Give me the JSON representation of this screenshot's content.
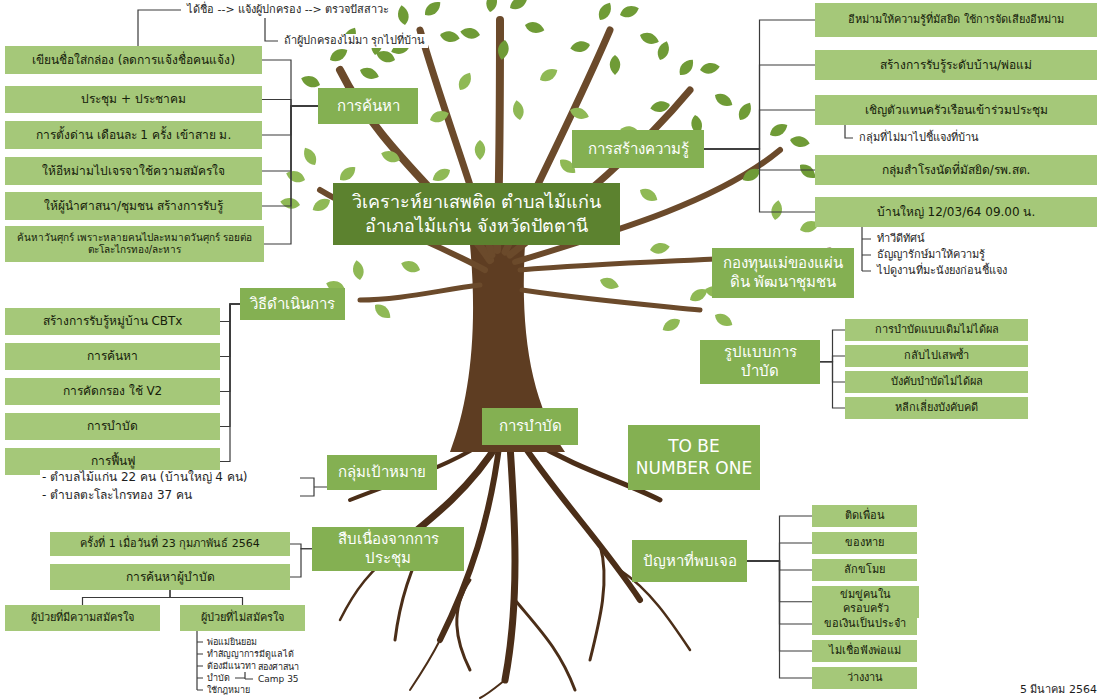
{
  "diagram": {
    "nodes": [
      {
        "text": [
          "วิเคราะห์ยาเสพติด ตำบลไม้แก่น อำเภอไม้แก่น จังหวัดปัตตานี"
        ]
      },
      {
        "text": [
          "การค้นหา"
        ]
      },
      {
        "text": [
          "เขียนชื่อใส่กล่อง (ลดการแจ้งชื่อคนแจ้ง)"
        ]
      },
      {
        "text": [
          "ประชุม + ประชาคม"
        ]
      },
      {
        "text": [
          "การตั้งด่าน เดือนละ 1 ครั้ง เข้าสาย ม."
        ]
      },
      {
        "text": [
          "ให้อีหม่ามไปเจรจาใช้ความสมัครใจ"
        ]
      },
      {
        "text": [
          "ให้ผู้นำศาสนา/ชุมชน สร้างการรับรู้"
        ]
      },
      {
        "text": [
          "ค้นหาวันศุกร์ เพราะหลายคนไปละหมาดวันศุกร์ รอยต่อ ตะโละไกรทอง/ละหาร"
        ]
      },
      {
        "text": [
          "การสร้างความรู้"
        ]
      },
      {
        "text": [
          "อีหม่ามให้ความรู้ที่มัสยิด ใช้การจัดเสียงอีหม่าม"
        ]
      },
      {
        "text": [
          "สร้างการรับรู้ระดับบ้าน/พ่อแม่"
        ]
      },
      {
        "text": [
          "เชิญตัวแทนครัวเรือนเข้าร่วมประชุม"
        ]
      },
      {
        "text": [
          "กลุ่มสำโรงนัดที่มัสยิด/รพ.สต."
        ]
      },
      {
        "text": [
          "บ้านใหญ่ 12/03/64 09.00 น."
        ]
      },
      {
        "text": [
          "กองทุนแม่ของแผ่นดิน พัฒนาชุมชน"
        ]
      },
      {
        "text": [
          "วิธีดำเนินการ"
        ]
      },
      {
        "text": [
          "สร้างการรับรู้หมู่บ้าน CBTx"
        ]
      },
      {
        "text": [
          "การค้นหา"
        ]
      },
      {
        "text": [
          "การคัดกรอง ใช้ V2"
        ]
      },
      {
        "text": [
          "การบำบัด"
        ]
      },
      {
        "text": [
          "การฟื้นฟู"
        ]
      },
      {
        "text": [
          "รูปแบบการบำบัด"
        ]
      },
      {
        "text": [
          "การบำบัดแบบเดิมไม่ได้ผล"
        ]
      },
      {
        "text": [
          "กลับไปเสพซ้ำ"
        ]
      },
      {
        "text": [
          "บังคับบำบัดไม่ได้ผล"
        ]
      },
      {
        "text": [
          "หลีกเลี่ยงบังคับคดี"
        ]
      },
      {
        "text": [
          "การบำบัด"
        ]
      },
      {
        "text": [
          "TO BE NUMBER ONE"
        ]
      },
      {
        "text": [
          "กลุ่มเป้าหมาย"
        ]
      },
      {
        "text": [
          "สืบเนื่องจากการประชุม"
        ]
      },
      {
        "text": [
          "ครั้งที่ 1 เมื่อวันที่ 23 กุมภาพันธ์ 2564"
        ]
      },
      {
        "text": [
          "การค้นหาผู้บำบัด"
        ]
      },
      {
        "text": [
          "ผู้ป่วยที่มีความสมัครใจ"
        ]
      },
      {
        "text": [
          "ผู้ป่วยที่ไม่สมัครใจ"
        ]
      },
      {
        "text": [
          "ปัญหาที่พบเจอ"
        ]
      },
      {
        "text": [
          "ติดเพื่อน"
        ]
      },
      {
        "text": [
          "ของหาย"
        ]
      },
      {
        "text": [
          "ลักขโมย"
        ]
      },
      {
        "text": [
          "ข่มขู่คนในครอบครัว"
        ]
      },
      {
        "text": [
          "ขอเงินเป็นประจำ"
        ]
      },
      {
        "text": [
          "ไม่เชื่อฟังพ่อแม่"
        ]
      },
      {
        "text": [
          "ว่างงาน"
        ]
      }
    ],
    "edges": [
      {
        "from": 1,
        "to": 2,
        "arrow": "none"
      },
      {
        "from": 1,
        "to": 3,
        "arrow": "none"
      },
      {
        "from": 1,
        "to": 4,
        "arrow": "none"
      },
      {
        "from": 1,
        "to": 5,
        "arrow": "none"
      },
      {
        "from": 1,
        "to": 6,
        "arrow": "none"
      },
      {
        "from": 1,
        "to": 7,
        "arrow": "none"
      },
      {
        "from": 8,
        "to": 9,
        "arrow": "none"
      },
      {
        "from": 8,
        "to": 10,
        "arrow": "none"
      },
      {
        "from": 8,
        "to": 11,
        "arrow": "none"
      },
      {
        "from": 8,
        "to": 12,
        "arrow": "none"
      },
      {
        "from": 8,
        "to": 13,
        "arrow": "none"
      },
      {
        "from": 15,
        "to": 16,
        "arrow": "none"
      },
      {
        "from": 15,
        "to": 17,
        "arrow": "none"
      },
      {
        "from": 15,
        "to": 18,
        "arrow": "none"
      },
      {
        "from": 15,
        "to": 19,
        "arrow": "none"
      },
      {
        "from": 15,
        "to": 20,
        "arrow": "none"
      },
      {
        "from": 21,
        "to": 22,
        "arrow": "none"
      },
      {
        "from": 21,
        "to": 23,
        "arrow": "none"
      },
      {
        "from": 21,
        "to": 24,
        "arrow": "none"
      },
      {
        "from": 21,
        "to": 25,
        "arrow": "none"
      },
      {
        "from": 29,
        "to": 30,
        "arrow": "none"
      },
      {
        "from": 29,
        "to": 31,
        "arrow": "none"
      },
      {
        "from": 31,
        "to": 32,
        "arrow": "none"
      },
      {
        "from": 31,
        "to": 33,
        "arrow": "none"
      },
      {
        "from": 34,
        "to": 35,
        "arrow": "none"
      },
      {
        "from": 34,
        "to": 36,
        "arrow": "none"
      },
      {
        "from": 34,
        "to": 37,
        "arrow": "none"
      },
      {
        "from": 34,
        "to": 38,
        "arrow": "none"
      },
      {
        "from": 34,
        "to": 39,
        "arrow": "none"
      },
      {
        "from": 34,
        "to": 40,
        "arrow": "none"
      },
      {
        "from": 34,
        "to": 41,
        "arrow": "none"
      }
    ],
    "labels": [
      "ได้ชื่อ --> แจ้งผู้ปกครอง --> ตรวจปัสสาวะ",
      "ถ้าผู้ปกครองไม่มา รุกไปที่บ้าน",
      "กลุ่มที่ไม่มาไปชี้แจงที่บ้าน",
      "ทำวีดีทัศน์",
      "ธัญญารักษ์มาให้ความรู้",
      "ไปดูงานที่มะนังยงก่อนชี้แจง",
      "- ตำบลไม้แก่น 22 คน (บ้านใหญ่ 4 คน)",
      "- ตำบลตะโละไกรทอง 37 คน",
      "พ่อแม่ยินยอม",
      "ทำสัญญาการมีดูแลได้",
      "ต้องมีแนวทางชัดเจน",
      "บำบัด",
      "สองศาสนา",
      "Camp 35",
      "ใช้กฎหมาย",
      "5 มีนาคม 2564"
    ]
  }
}
